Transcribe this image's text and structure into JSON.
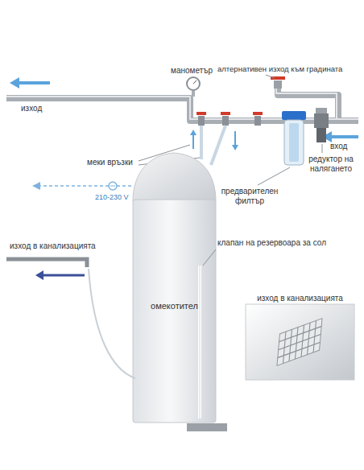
{
  "diagram": {
    "nodes": [
      {
        "text": [
          "омекотител"
        ]
      },
      {
        "text": [
          "изход в канализацията"
        ]
      }
    ],
    "labels": [
      "изход",
      "манометър",
      "алтернативен изход към градината",
      "вход",
      "меки връзки",
      "210-230 V",
      "предварителен филтър",
      "редуктор на налягането",
      "изход в канализацията",
      "клапан на резервоара за сол"
    ]
  }
}
